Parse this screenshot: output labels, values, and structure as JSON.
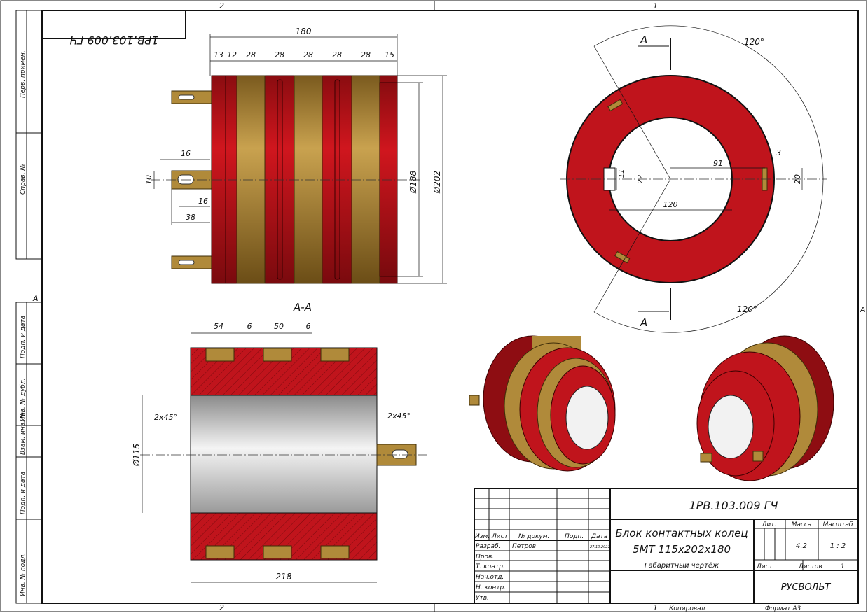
{
  "sheet": {
    "zone_top_left": "2",
    "zone_top_right": "1",
    "zone_bottom_left": "2",
    "zone_bottom_right": "1",
    "zone_side_left": "A",
    "zone_side_right": "A",
    "mirrored_designation": "1РВ.103.009 ГЧ",
    "left_strip": [
      "Перв. примен.",
      "Справ. №",
      "Подп. и дата",
      "Инв. № дубл.",
      "Взам. инв. №",
      "Подп. и дата",
      "Инв. № подл."
    ],
    "copied_by": "Копировал",
    "format": "Формат А3",
    "copy_num": "1"
  },
  "side_view": {
    "overall": "180",
    "segments": [
      "13",
      "12",
      "28",
      "28",
      "28",
      "28",
      "28",
      "15"
    ],
    "dia_inner": "Ø188",
    "dia_outer": "Ø202",
    "term_width": "16",
    "term_height": "10",
    "term_offset": "16",
    "term_length": "38"
  },
  "front_view": {
    "section_label": "А",
    "angle": "120°",
    "dim_91": "91",
    "dim_3": "3",
    "dim_20": "20",
    "dim_11": "11",
    "dim_22": "22",
    "dim_120": "120"
  },
  "section_view": {
    "title": "А-А",
    "dims": [
      "54",
      "6",
      "50",
      "6"
    ],
    "length": "218",
    "bore": "Ø115",
    "chamfer": "2x45°"
  },
  "title_block": {
    "designation": "1РВ.103.009 ГЧ",
    "name_line1": "Блок контактных колец",
    "name_line2": "5МТ 115x202x180",
    "doc_type": "Габаритный чертёж",
    "headers": {
      "izm": "Изм.",
      "list": "Лист",
      "doc": "№ докум.",
      "sign": "Подп.",
      "date": "Дата"
    },
    "roles": [
      "Разраб.",
      "Пров.",
      "Т. контр.",
      "Нач.отд.",
      "Н. контр.",
      "Утв."
    ],
    "developer": "Петров",
    "date": "27.10.2021",
    "lit_label": "Лит.",
    "mass_label": "Масса",
    "scale_label": "Масштаб",
    "mass": "4.2",
    "scale": "1 : 2",
    "sheet_label": "Лист",
    "sheets_label": "Листов",
    "sheets": "1",
    "company": "РУСВОЛЬТ"
  },
  "colors": {
    "body": "#c0141c",
    "ring": "#b08a3a"
  }
}
